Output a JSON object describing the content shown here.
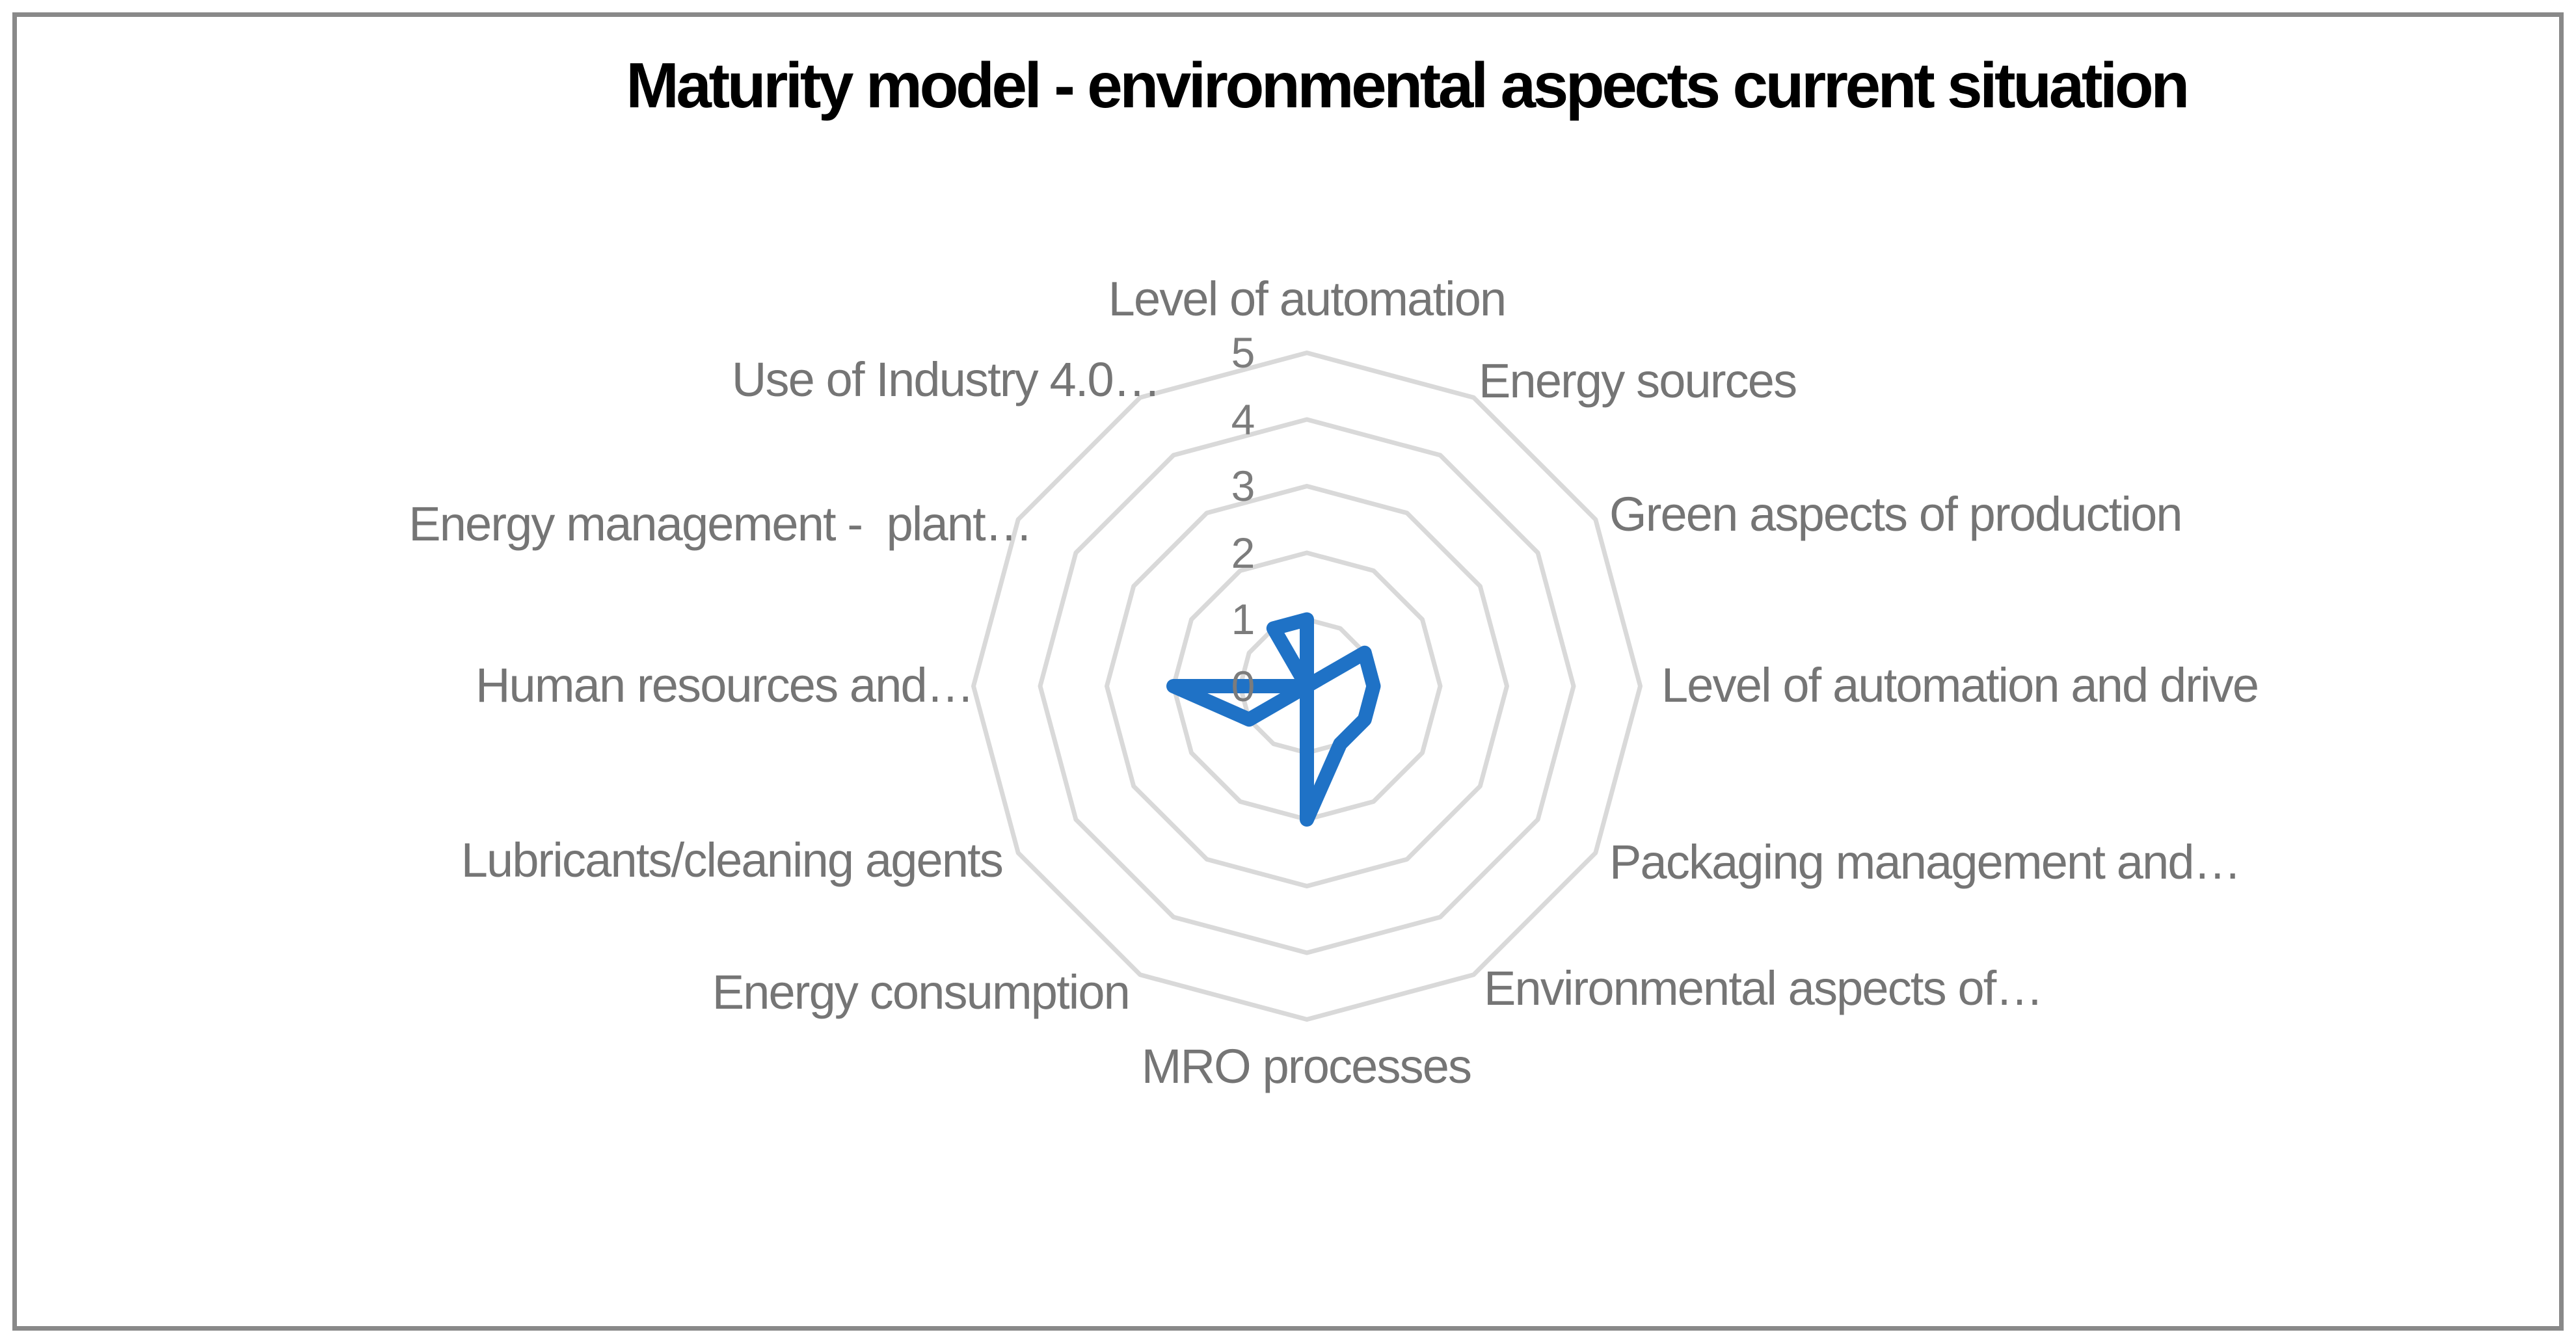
{
  "chart_data": {
    "type": "radar",
    "title": "Maturity model - environmental aspects current situation",
    "categories": [
      "Level of automation",
      "Energy sources",
      "Green aspects of production",
      "Level of automation and drive",
      "Packaging management and…",
      "Environmental aspects of…",
      "MRO processes",
      "Energy consumption",
      "Lubricants/cleaning agents",
      "Human resources and…",
      "Energy management -  plant…",
      "Use of Industry 4.0…"
    ],
    "values": [
      1,
      0,
      1,
      1,
      1,
      1,
      2,
      0,
      1,
      2,
      0,
      1
    ],
    "axis": {
      "min": 0,
      "max": 5,
      "ticks": [
        "5",
        "4",
        "3",
        "2",
        "1",
        "0"
      ]
    },
    "grid": "concentric-polygon-rings",
    "radial_spokes": "none",
    "legend": "none",
    "colors": {
      "line": "#1F72C6",
      "grid": "#D9D9D9",
      "labels": "#757575",
      "ticks": "#7C7C7C",
      "title": "#000000",
      "border": "#898989"
    }
  }
}
